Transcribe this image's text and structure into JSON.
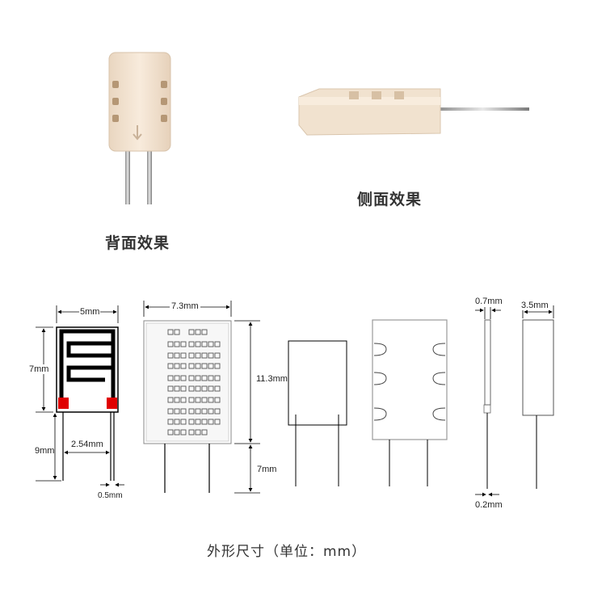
{
  "captions": {
    "back_view": "背面效果",
    "side_view": "侧面效果",
    "dimensions_title": "外形尺寸（单位：mm）"
  },
  "dimensions": {
    "fig1_width": "5mm",
    "fig1_height": "7mm",
    "fig1_pin_length": "9mm",
    "fig1_pin_pitch": "2.54mm",
    "fig1_pin_width": "0.5mm",
    "fig2_width": "7.3mm",
    "fig2_height": "11.3mm",
    "fig2_pin_length": "7mm",
    "fig5_thickness": "0.7mm",
    "fig5_pin_thickness": "0.2mm",
    "fig6_thickness": "3.5mm"
  },
  "colors": {
    "ceramic": "#f3e3d2",
    "pin": "#b8b8b8",
    "electrode": "#e00000",
    "line": "#222222"
  }
}
